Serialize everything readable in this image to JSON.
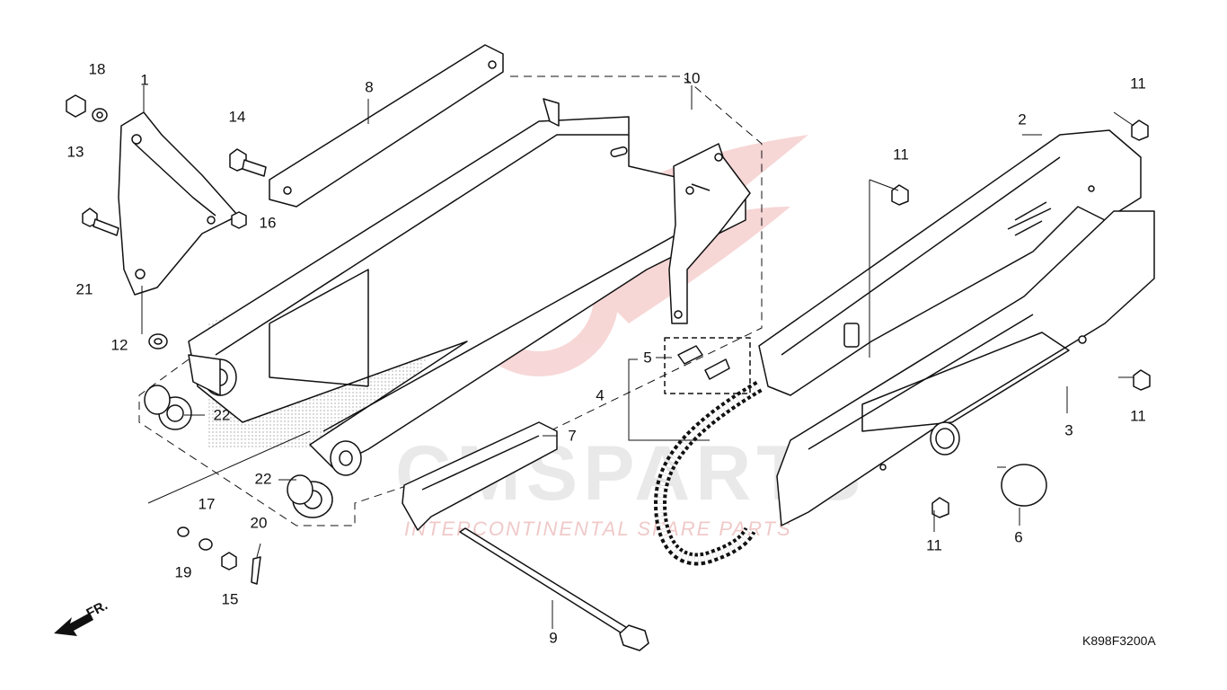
{
  "diagram": {
    "drawing_code": "K898F3200A",
    "direction_label": "FR.",
    "watermark": {
      "brand": "CMSPARTS",
      "tagline": "INTERCONTINENTAL SPARE PARTS",
      "color": "#e8a0a0"
    },
    "callouts": {
      "c1": "1",
      "c2": "2",
      "c3": "3",
      "c4": "4",
      "c5": "5",
      "c6": "6",
      "c7": "7",
      "c8": "8",
      "c9": "9",
      "c10": "10",
      "c11a": "11",
      "c11b": "11",
      "c11c": "11",
      "c11d": "11",
      "c12": "12",
      "c13": "13",
      "c14": "14",
      "c15": "15",
      "c16": "16",
      "c17": "17",
      "c18": "18",
      "c19": "19",
      "c20": "20",
      "c21": "21",
      "c22a": "22",
      "c22b": "22"
    }
  }
}
